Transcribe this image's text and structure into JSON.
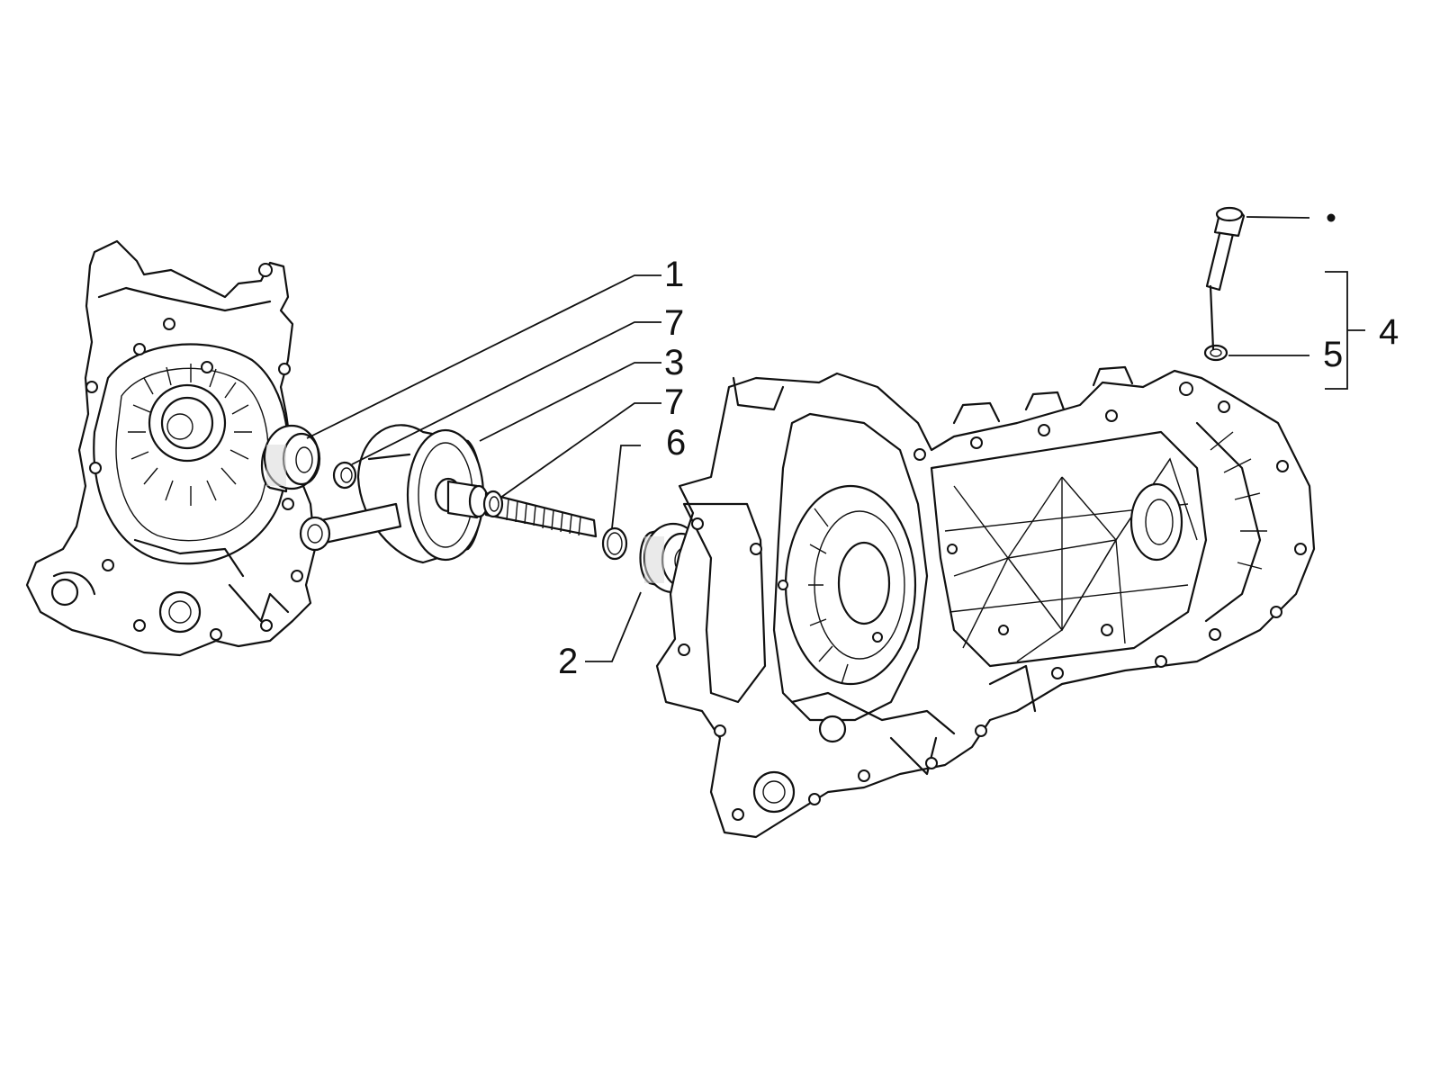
{
  "callouts": {
    "c1": "1",
    "c7a": "7",
    "c3": "3",
    "c7b": "7",
    "c6": "6",
    "c2": "2",
    "c4": "4",
    "c5": "5"
  },
  "colors": {
    "ink": "#111111",
    "paper": "#ffffff"
  }
}
